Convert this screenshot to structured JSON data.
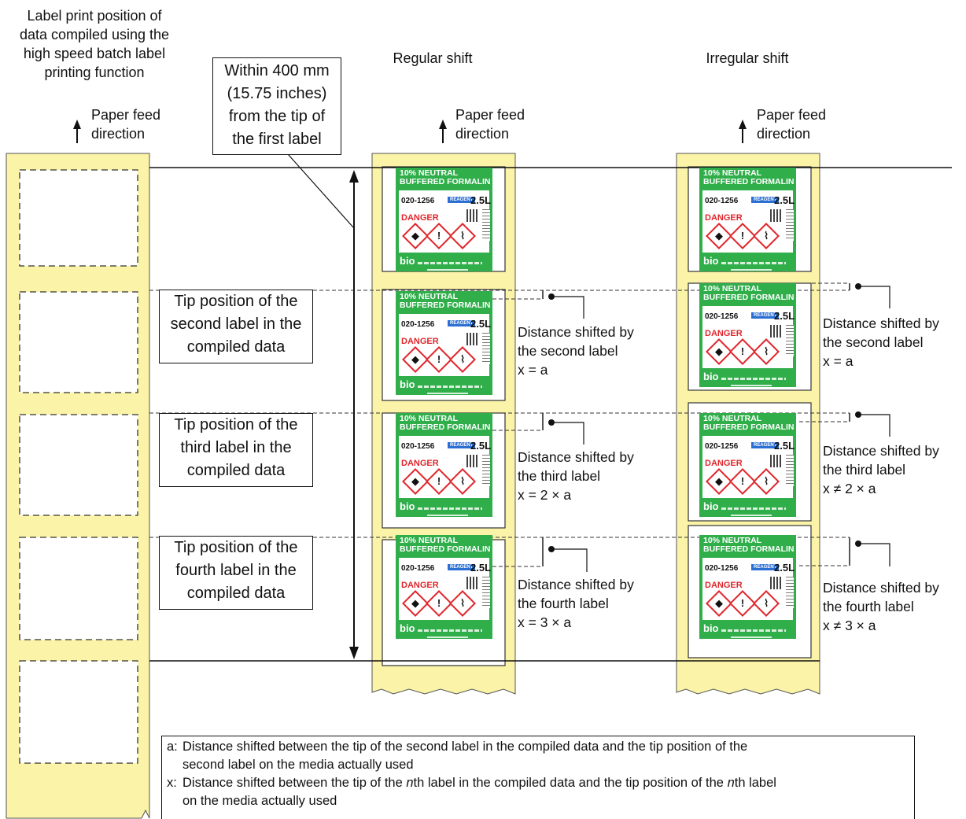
{
  "left_heading": [
    "Label print position of",
    "data compiled using the",
    "high speed batch label",
    "printing function"
  ],
  "regular_heading": "Regular shift",
  "irregular_heading": "Irregular shift",
  "paper_feed": [
    "Paper feed",
    "direction"
  ],
  "within_box": [
    "Within 400 mm",
    "(15.75 inches)",
    "from the tip of",
    "the first label"
  ],
  "tip_boxes": [
    [
      "Tip position of the",
      "second label in the",
      "compiled data"
    ],
    [
      "Tip position of the",
      "third label in the",
      "compiled data"
    ],
    [
      "Tip position of the",
      "fourth label in the",
      "compiled data"
    ]
  ],
  "regular_annotations": [
    [
      "Distance shifted by",
      "the second label",
      "x = a"
    ],
    [
      "Distance shifted by",
      "the third label",
      "x = 2 × a"
    ],
    [
      "Distance shifted by",
      "the fourth label",
      "x = 3 × a"
    ]
  ],
  "irregular_annotations": [
    [
      "Distance shifted by",
      "the second label",
      "x = a"
    ],
    [
      "Distance shifted by",
      "the third label",
      "x ≠ 2 × a"
    ],
    [
      "Distance shifted by",
      "the fourth label",
      "x ≠ 3 × a"
    ]
  ],
  "label_art": {
    "heading": [
      "10% NEUTRAL",
      "BUFFERED FORMALIN"
    ],
    "code": "020-1256",
    "reagent": "REAGENT",
    "volume": "2.5L",
    "danger": "DANGER",
    "brand": "bio"
  },
  "notes": {
    "a_key": "a:",
    "a_lines": [
      "Distance shifted between the tip of the second label in the compiled data and the tip position of the",
      "second label on the media actually used"
    ],
    "x_key": "x:",
    "x_pre": "Distance shifted between the tip of the ",
    "x_italic": "n",
    "x_mid": "th label in the compiled data and the tip position of the ",
    "x_mid2": "th label",
    "x_line2": "on the media actually used"
  },
  "colors": {
    "media": "#faf3a8",
    "label_green": "#2fae4a",
    "danger_red": "#e0262b",
    "reagent_blue": "#2b6fd3"
  }
}
